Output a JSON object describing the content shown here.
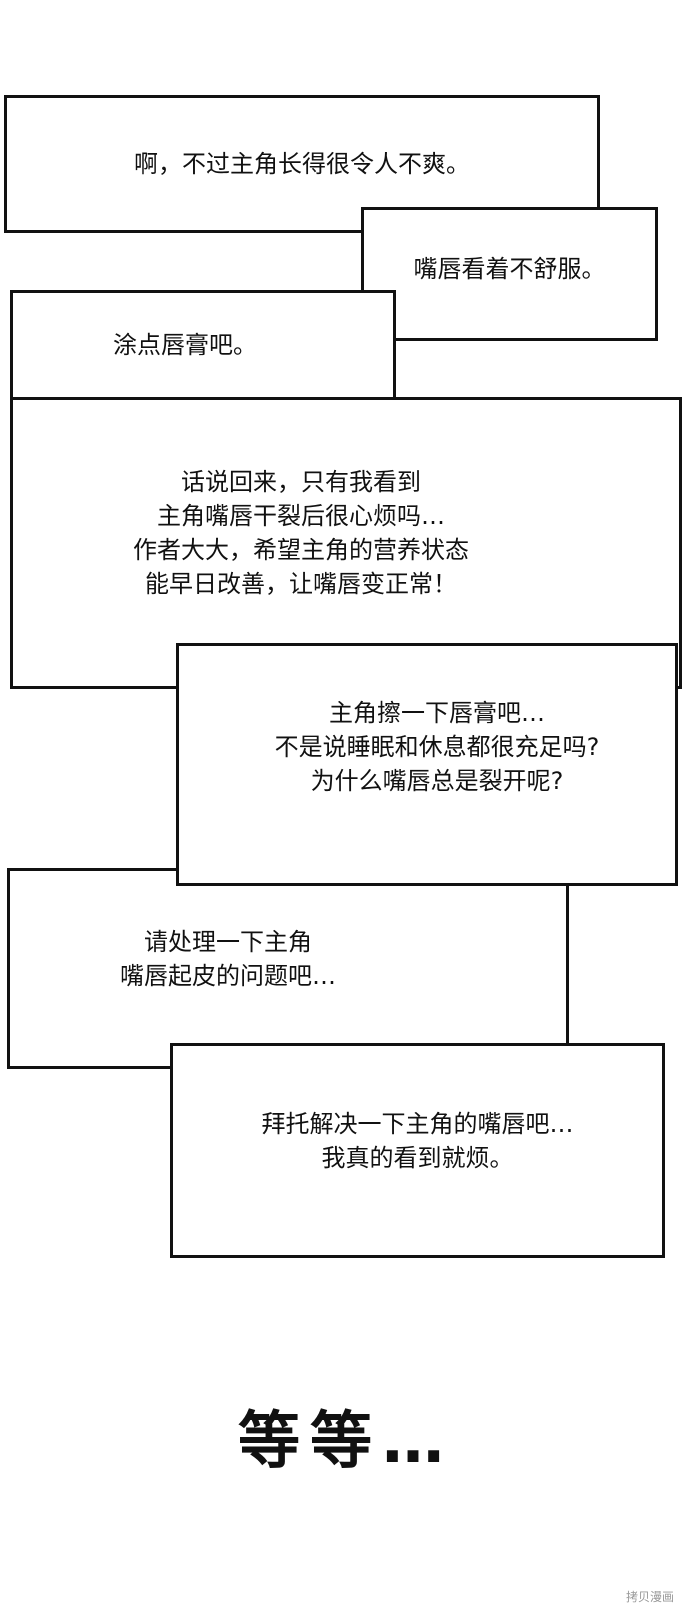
{
  "boxes": [
    {
      "text": "啊，不过主角长得很令人不爽。"
    },
    {
      "text": "嘴唇看着不舒服。"
    },
    {
      "text": "涂点唇膏吧。"
    },
    {
      "text": "话说回来，只有我看到\n主角嘴唇干裂后很心烦吗…\n作者大大，希望主角的营养状态\n能早日改善，让嘴唇变正常！"
    },
    {
      "text": "主角擦一下唇膏吧…\n不是说睡眠和休息都很充足吗?\n为什么嘴唇总是裂开呢?"
    },
    {
      "text": "请处理一下主角\n嘴唇起皮的问题吧…"
    },
    {
      "text": "拜托解决一下主角的嘴唇吧…\n我真的看到就烦。"
    }
  ],
  "exclamation": "等等…",
  "watermark": "拷贝漫画"
}
